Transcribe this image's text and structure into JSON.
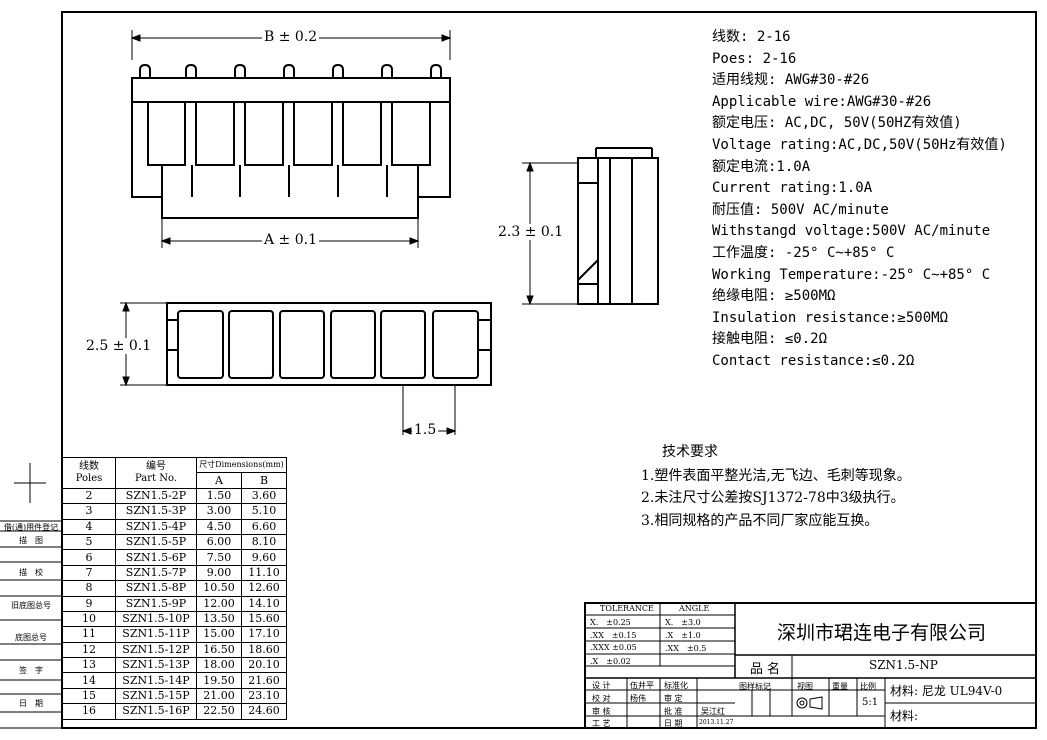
{
  "dimensions": {
    "b_width": "B ± 0.2",
    "a_width": "A ± 0.1",
    "height": "2.3 ± 0.1",
    "depth": "2.5 ± 0.1",
    "pitch": "1.5"
  },
  "specs": [
    "线数: 2-16",
    "Poes: 2-16",
    "适用线规: AWG#30-#26",
    "Applicable wire:AWG#30-#26",
    "额定电压: AC,DC, 50V(50HZ有效值)",
    "Voltage rating:AC,DC,50V(50Hz有效值)",
    "额定电流:1.0A",
    "Current rating:1.0A",
    "耐压值: 500V AC/minute",
    "Withstangd voltage:500V AC/minute",
    "工作温度: -25° C~+85° C",
    "Working Temperature:-25° C~+85° C",
    "绝缘电阻: ≥500MΩ",
    "Insulation resistance:≥500MΩ",
    "接触电阻: ≤0.2Ω",
    "Contact resistance:≤0.2Ω"
  ],
  "tech_requirements": {
    "title": "技术要求",
    "items": [
      "1.塑件表面平整光洁,无飞边、毛刺等现象。",
      "2.未注尺寸公差按SJ1372-78中3级执行。",
      "3.相同规格的产品不同厂家应能互换。"
    ]
  },
  "parts_table": {
    "h_lines_cn": "线数",
    "h_lines_en": "Poles",
    "h_part_cn": "编号",
    "h_part_en": "Part No.",
    "h_dims": "尺寸Dimensions(mm)",
    "h_a": "A",
    "h_b": "B",
    "rows": [
      {
        "poles": "2",
        "part": "SZN1.5-2P",
        "a": "1.50",
        "b": "3.60"
      },
      {
        "poles": "3",
        "part": "SZN1.5-3P",
        "a": "3.00",
        "b": "5.10"
      },
      {
        "poles": "4",
        "part": "SZN1.5-4P",
        "a": "4.50",
        "b": "6.60"
      },
      {
        "poles": "5",
        "part": "SZN1.5-5P",
        "a": "6.00",
        "b": "8.10"
      },
      {
        "poles": "6",
        "part": "SZN1.5-6P",
        "a": "7.50",
        "b": "9.60"
      },
      {
        "poles": "7",
        "part": "SZN1.5-7P",
        "a": "9.00",
        "b": "11.10"
      },
      {
        "poles": "8",
        "part": "SZN1.5-8P",
        "a": "10.50",
        "b": "12.60"
      },
      {
        "poles": "9",
        "part": "SZN1.5-9P",
        "a": "12.00",
        "b": "14.10"
      },
      {
        "poles": "10",
        "part": "SZN1.5-10P",
        "a": "13.50",
        "b": "15.60"
      },
      {
        "poles": "11",
        "part": "SZN1.5-11P",
        "a": "15.00",
        "b": "17.10"
      },
      {
        "poles": "12",
        "part": "SZN1.5-12P",
        "a": "16.50",
        "b": "18.60"
      },
      {
        "poles": "13",
        "part": "SZN1.5-13P",
        "a": "18.00",
        "b": "20.10"
      },
      {
        "poles": "14",
        "part": "SZN1.5-14P",
        "a": "19.50",
        "b": "21.60"
      },
      {
        "poles": "15",
        "part": "SZN1.5-15P",
        "a": "21.00",
        "b": "23.10"
      },
      {
        "poles": "16",
        "part": "SZN1.5-16P",
        "a": "22.50",
        "b": "24.60"
      }
    ]
  },
  "side_labels": [
    "借(通)用件登记",
    "描　图",
    "描　校",
    "旧底图总号",
    "底图总号",
    "签　字",
    "日　期"
  ],
  "title_block": {
    "tolerance_label": "TOLERANCE",
    "angle_label": "ANGLE",
    "tolerances": [
      "X.　±0.25",
      ".XX　±0.15",
      ".XXX ±0.05",
      ".X　±0.02"
    ],
    "angles": [
      "X.　±3.0",
      ".X　±1.0",
      ".XX　±0.5"
    ],
    "company": "深圳市珺连电子有限公司",
    "product_name_label": "品名",
    "product_name": "SZN1.5-NP",
    "roles": [
      "设 计",
      "校 对",
      "审 核",
      "工 艺"
    ],
    "names": [
      "伍井平",
      "杨伟",
      "",
      ""
    ],
    "approvals": [
      "标准化",
      "审 定",
      "批 准",
      "日 期"
    ],
    "approver": "吴江红",
    "date": "2013.11.27",
    "legend_labels": [
      "图样标记",
      "视图",
      "重量",
      "比例"
    ],
    "scale": "5:1",
    "material_1": "材料: 尼龙 UL94V-0",
    "material_2": "材料:"
  }
}
